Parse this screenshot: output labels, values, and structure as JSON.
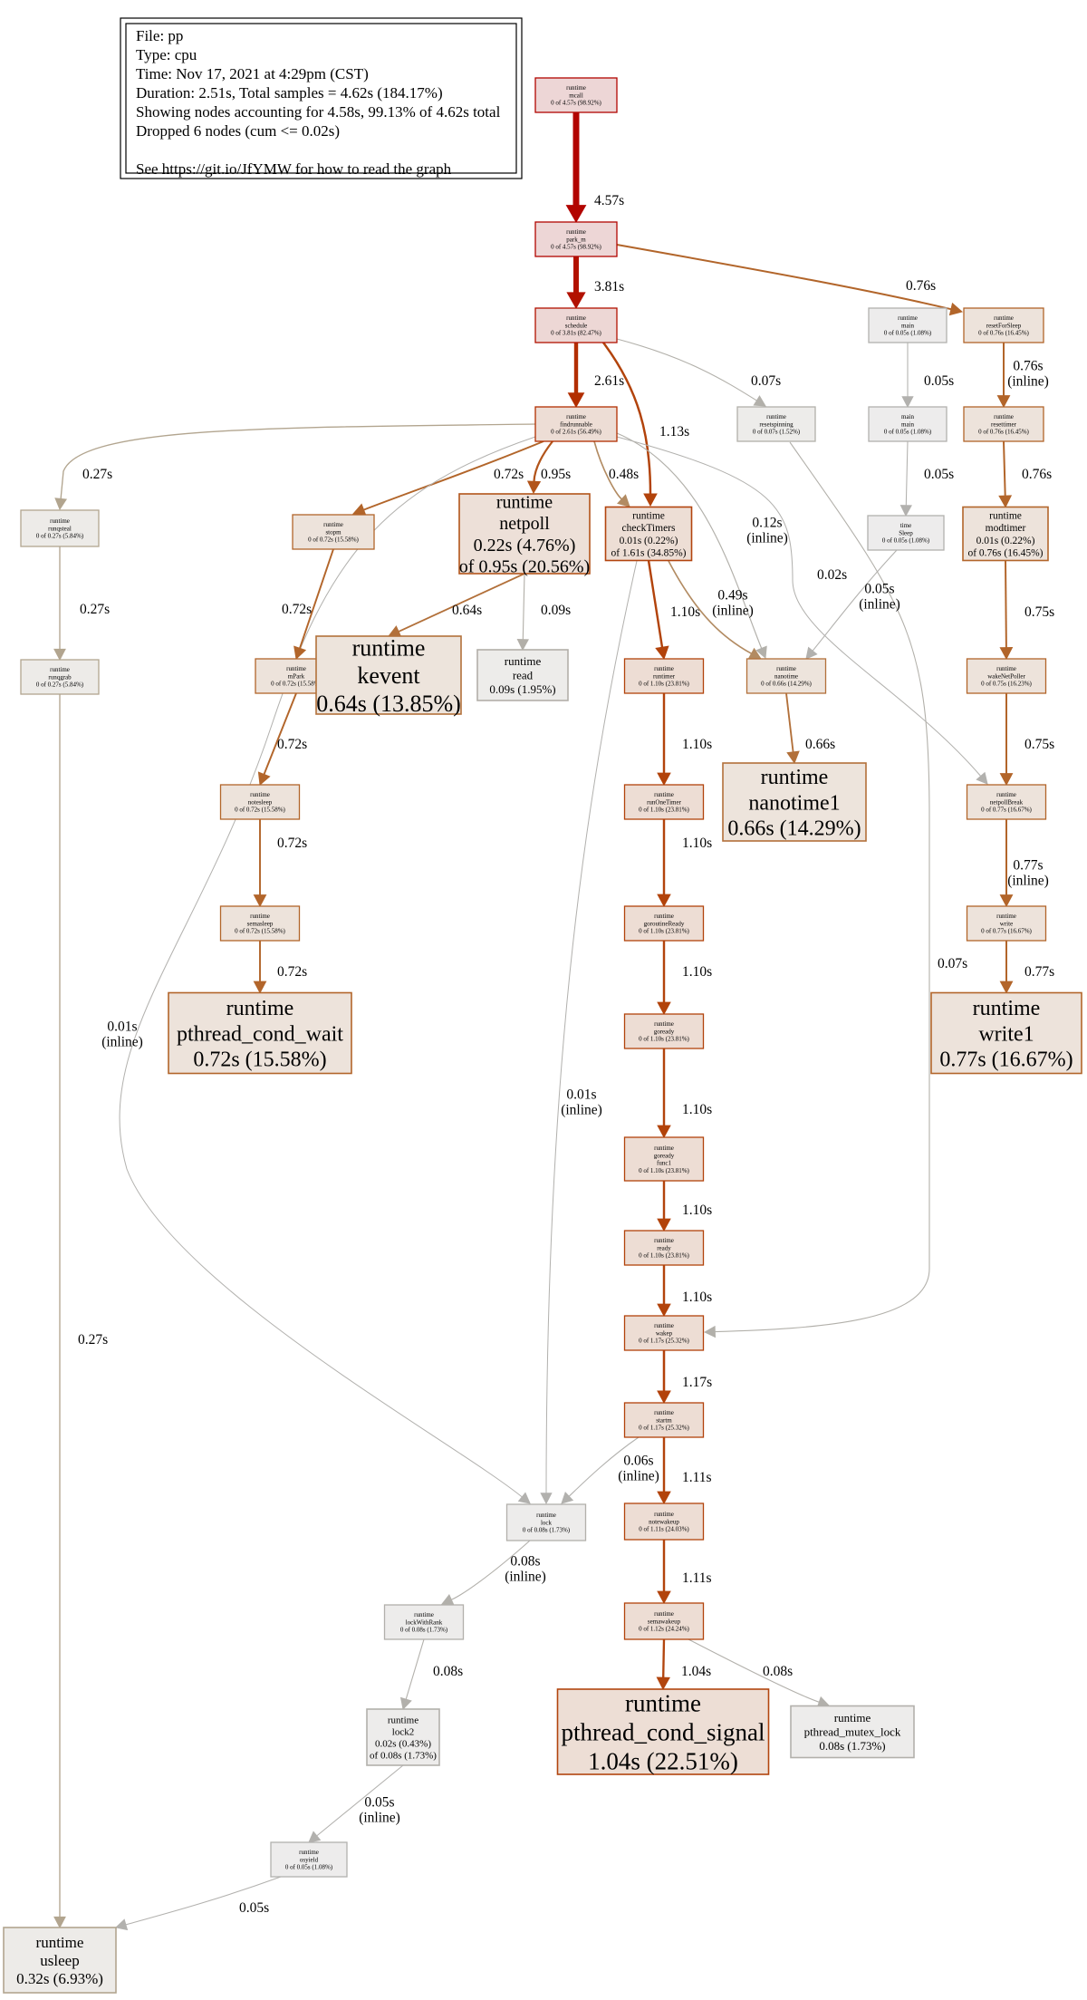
{
  "legend": {
    "lines": [
      "File: pp",
      "Type: cpu",
      "Time: Nov 17, 2021 at 4:29pm (CST)",
      "Duration: 2.51s, Total samples = 4.62s (184.17%)",
      "Showing nodes accounting for 4.58s, 99.13% of 4.62s total",
      "Dropped 6 nodes (cum <= 0.02s)",
      "",
      "See https://git.io/JfYMW for how to read the graph"
    ]
  },
  "colors": {
    "hot": "#b21100",
    "hot_fill": "#edd6d5",
    "warm": "#b25a16",
    "warm_fill": "#ede1d8",
    "mild": "#b2763b",
    "mild_fill": "#ede5de",
    "cold": "#b2b0aa",
    "cold_fill": "#edecea",
    "tan": "#b2a48b",
    "tan_fill": "#edebe7"
  },
  "nodes": [
    {
      "id": "mcall",
      "lines": [
        "runtime",
        "mcall",
        "0 of 4.57s (98.92%)"
      ],
      "fill": "#edd6d6",
      "stroke": "#b20400"
    },
    {
      "id": "park_m",
      "lines": [
        "runtime",
        "park_m",
        "0 of 4.57s (98.92%)"
      ],
      "fill": "#edd6d6",
      "stroke": "#b20400"
    },
    {
      "id": "schedule",
      "lines": [
        "runtime",
        "schedule",
        "0 of 3.81s (82.47%)"
      ],
      "fill": "#edd7d5",
      "stroke": "#b21100"
    },
    {
      "id": "findrunnable",
      "lines": [
        "runtime",
        "findrunnable",
        "0 of 2.61s (56.49%)"
      ],
      "fill": "#edddd5",
      "stroke": "#b22e00"
    },
    {
      "id": "resetspinning",
      "lines": [
        "runtime",
        "resetspinning",
        "0 of 0.07s (1.52%)"
      ],
      "fill": "#edecea",
      "stroke": "#b2b0aa"
    },
    {
      "id": "main",
      "lines": [
        "runtime",
        "main",
        "0 of 0.05s (1.08%)"
      ],
      "fill": "#edecec",
      "stroke": "#b2b1ae"
    },
    {
      "id": "resetForSleep",
      "lines": [
        "runtime",
        "resetForSleep",
        "0 of 0.76s (16.45%)"
      ],
      "fill": "#ede3db",
      "stroke": "#b2652a"
    },
    {
      "id": "main_main",
      "lines": [
        "main",
        "main",
        "0 of 0.05s (1.08%)"
      ],
      "fill": "#edecec",
      "stroke": "#b2b1ae"
    },
    {
      "id": "resettimer",
      "lines": [
        "runtime",
        "resettimer",
        "0 of 0.76s (16.45%)"
      ],
      "fill": "#ede3db",
      "stroke": "#b2652a"
    },
    {
      "id": "Sleep",
      "lines": [
        "time",
        "Sleep",
        "0 of 0.05s (1.08%)"
      ],
      "fill": "#edecec",
      "stroke": "#b2b1ae"
    },
    {
      "id": "modtimer",
      "lines": [
        "runtime",
        "modtimer",
        "0.01s (0.22%)",
        "of 0.76s (16.45%)"
      ],
      "fill": "#ede3db",
      "stroke": "#b2652a"
    },
    {
      "id": "runqsteal",
      "lines": [
        "runtime",
        "runqsteal",
        "0 of 0.27s (5.84%)"
      ],
      "fill": "#edebe8",
      "stroke": "#b2a58f"
    },
    {
      "id": "stopm",
      "lines": [
        "runtime",
        "stopm",
        "0 of 0.72s (15.58%)"
      ],
      "fill": "#ede3db",
      "stroke": "#b2652a"
    },
    {
      "id": "netpoll",
      "lines": [
        "runtime",
        "netpoll",
        "0.22s (4.76%)",
        "of 0.95s (20.56%)"
      ],
      "fill": "#ede0d8",
      "stroke": "#b2541a"
    },
    {
      "id": "checkTimers",
      "lines": [
        "runtime",
        "checkTimers",
        "0.01s (0.22%)",
        "of 1.61s (34.85%)"
      ],
      "fill": "#edded5",
      "stroke": "#b2440e"
    },
    {
      "id": "runqgrab",
      "lines": [
        "runtime",
        "runqgrab",
        "0 of 0.27s (5.84%)"
      ],
      "fill": "#edebe8",
      "stroke": "#b2a58f"
    },
    {
      "id": "mPark",
      "lines": [
        "runtime",
        "mPark",
        "0 of 0.72s (15.58%)"
      ],
      "fill": "#ede3db",
      "stroke": "#b2652a"
    },
    {
      "id": "kevent",
      "lines": [
        "runtime",
        "kevent",
        "0.64s (13.85%)"
      ],
      "fill": "#ede4dc",
      "stroke": "#b2713b"
    },
    {
      "id": "read",
      "lines": [
        "runtime",
        "read",
        "0.09s (1.95%)"
      ],
      "fill": "#edecea",
      "stroke": "#b2afa8"
    },
    {
      "id": "runtimer",
      "lines": [
        "runtime",
        "runtimer",
        "0 of 1.10s (23.81%)"
      ],
      "fill": "#edddd4",
      "stroke": "#b2430b"
    },
    {
      "id": "nanotime",
      "lines": [
        "runtime",
        "nanotime",
        "0 of 0.66s (14.29%)"
      ],
      "fill": "#ede4dc",
      "stroke": "#b2703a"
    },
    {
      "id": "wakeNetPoller",
      "lines": [
        "runtime",
        "wakeNetPoller",
        "0 of 0.75s (16.23%)"
      ],
      "fill": "#ede3db",
      "stroke": "#b2652a"
    },
    {
      "id": "notesleep",
      "lines": [
        "runtime",
        "notesleep",
        "0 of 0.72s (15.58%)"
      ],
      "fill": "#ede3db",
      "stroke": "#b2652a"
    },
    {
      "id": "runOneTimer",
      "lines": [
        "runtime",
        "runOneTimer",
        "0 of 1.10s (23.81%)"
      ],
      "fill": "#edddd4",
      "stroke": "#b2430b"
    },
    {
      "id": "nanotime1",
      "lines": [
        "runtime",
        "nanotime1",
        "0.66s (14.29%)"
      ],
      "fill": "#ede4dc",
      "stroke": "#b2703a"
    },
    {
      "id": "netpollBreak",
      "lines": [
        "runtime",
        "netpollBreak",
        "0 of 0.77s (16.67%)"
      ],
      "fill": "#ede3db",
      "stroke": "#b2652a"
    },
    {
      "id": "semasleep",
      "lines": [
        "runtime",
        "semasleep",
        "0 of 0.72s (15.58%)"
      ],
      "fill": "#ede3db",
      "stroke": "#b2652a"
    },
    {
      "id": "goroutineReady",
      "lines": [
        "runtime",
        "goroutineReady",
        "0 of 1.10s (23.81%)"
      ],
      "fill": "#edddd4",
      "stroke": "#b2430b"
    },
    {
      "id": "write",
      "lines": [
        "runtime",
        "write",
        "0 of 0.77s (16.67%)"
      ],
      "fill": "#ede3db",
      "stroke": "#b2652a"
    },
    {
      "id": "pthread_cond_wait",
      "lines": [
        "runtime",
        "pthread_cond_wait",
        "0.72s (15.58%)"
      ],
      "fill": "#ede3db",
      "stroke": "#b2652a"
    },
    {
      "id": "goready",
      "lines": [
        "runtime",
        "goready",
        "0 of 1.10s (23.81%)"
      ],
      "fill": "#edddd4",
      "stroke": "#b2430b"
    },
    {
      "id": "write1",
      "lines": [
        "runtime",
        "write1",
        "0.77s (16.67%)"
      ],
      "fill": "#ede3db",
      "stroke": "#b2652a"
    },
    {
      "id": "goready_func1",
      "lines": [
        "runtime",
        "goready",
        "func1",
        "0 of 1.10s (23.81%)"
      ],
      "fill": "#edddd4",
      "stroke": "#b2430b"
    },
    {
      "id": "ready",
      "lines": [
        "runtime",
        "ready",
        "0 of 1.10s (23.81%)"
      ],
      "fill": "#edddd4",
      "stroke": "#b2430b"
    },
    {
      "id": "wakep",
      "lines": [
        "runtime",
        "wakep",
        "0 of 1.17s (25.32%)"
      ],
      "fill": "#edddd4",
      "stroke": "#b2410a"
    },
    {
      "id": "startm",
      "lines": [
        "runtime",
        "startm",
        "0 of 1.17s (25.32%)"
      ],
      "fill": "#edddd4",
      "stroke": "#b2410a"
    },
    {
      "id": "lock",
      "lines": [
        "runtime",
        "lock",
        "0 of 0.08s (1.73%)"
      ],
      "fill": "#edeceb",
      "stroke": "#b2b0ab"
    },
    {
      "id": "notewakeup",
      "lines": [
        "runtime",
        "notewakeup",
        "0 of 1.11s (24.03%)"
      ],
      "fill": "#edddd4",
      "stroke": "#b2430b"
    },
    {
      "id": "lockWithRank",
      "lines": [
        "runtime",
        "lockWithRank",
        "0 of 0.08s (1.73%)"
      ],
      "fill": "#edeceb",
      "stroke": "#b2b0ab"
    },
    {
      "id": "semawakeup",
      "lines": [
        "runtime",
        "semawakeup",
        "0 of 1.12s (24.24%)"
      ],
      "fill": "#edddd4",
      "stroke": "#b2430b"
    },
    {
      "id": "lock2",
      "lines": [
        "runtime",
        "lock2",
        "0.02s (0.43%)",
        "of 0.08s (1.73%)"
      ],
      "fill": "#edeceb",
      "stroke": "#b2b0ab"
    },
    {
      "id": "pthread_cond_signal",
      "lines": [
        "runtime",
        "pthread_cond_signal",
        "1.04s (22.51%)"
      ],
      "fill": "#edded5",
      "stroke": "#b2450e"
    },
    {
      "id": "pthread_mutex_lock",
      "lines": [
        "runtime",
        "pthread_mutex_lock",
        "0.08s (1.73%)"
      ],
      "fill": "#edeceb",
      "stroke": "#b2b0ab"
    },
    {
      "id": "osyield",
      "lines": [
        "runtime",
        "osyield",
        "0 of 0.05s (1.08%)"
      ],
      "fill": "#edecec",
      "stroke": "#b2b1ae"
    },
    {
      "id": "usleep",
      "lines": [
        "runtime",
        "usleep",
        "0.32s (6.93%)"
      ],
      "fill": "#edebe8",
      "stroke": "#b2a58f"
    }
  ],
  "edges": [
    {
      "from": "mcall",
      "to": "park_m",
      "label": [
        "4.57s"
      ],
      "color": "#b20400",
      "weight": 4.57
    },
    {
      "from": "park_m",
      "to": "schedule",
      "label": [
        "3.81s"
      ],
      "color": "#b21100",
      "weight": 3.81
    },
    {
      "from": "park_m",
      "to": "resetForSleep",
      "label": [
        "0.76s"
      ],
      "color": "#b2652a",
      "weight": 0.76
    },
    {
      "from": "schedule",
      "to": "findrunnable",
      "label": [
        "2.61s"
      ],
      "color": "#b22e00",
      "weight": 2.61
    },
    {
      "from": "schedule",
      "to": "checkTimers",
      "label": [
        "1.13s"
      ],
      "color": "#b2430b",
      "weight": 1.13
    },
    {
      "from": "schedule",
      "to": "resetspinning",
      "label": [
        "0.07s"
      ],
      "color": "#b2b0aa",
      "weight": 0.07
    },
    {
      "from": "main",
      "to": "main_main",
      "label": [
        "0.05s"
      ],
      "color": "#b2b1ae",
      "weight": 0.05
    },
    {
      "from": "resetForSleep",
      "to": "resettimer",
      "label": [
        "0.76s",
        "(inline)"
      ],
      "color": "#b2652a",
      "weight": 0.76
    },
    {
      "from": "main_main",
      "to": "Sleep",
      "label": [
        "0.05s"
      ],
      "color": "#b2b1ae",
      "weight": 0.05
    },
    {
      "from": "resettimer",
      "to": "modtimer",
      "label": [
        "0.76s"
      ],
      "color": "#b2652a",
      "weight": 0.76
    },
    {
      "from": "findrunnable",
      "to": "runqsteal",
      "label": [
        "0.27s"
      ],
      "color": "#b2a58f",
      "weight": 0.27
    },
    {
      "from": "findrunnable",
      "to": "stopm",
      "label": [
        "0.72s"
      ],
      "color": "#b2652a",
      "weight": 0.72
    },
    {
      "from": "findrunnable",
      "to": "netpoll",
      "label": [
        "0.95s"
      ],
      "color": "#b2541a",
      "weight": 0.95
    },
    {
      "from": "findrunnable",
      "to": "checkTimers",
      "label": [
        "0.48s"
      ],
      "color": "#b28b62",
      "weight": 0.48
    },
    {
      "from": "findrunnable",
      "to": "nanotime",
      "label": [
        "0.12s",
        "(inline)"
      ],
      "color": "#b2b0aa",
      "weight": 0.12
    },
    {
      "from": "findrunnable",
      "to": "netpollBreak",
      "label": [
        "0.02s"
      ],
      "color": "#b2b1ae",
      "weight": 0.02
    },
    {
      "from": "findrunnable",
      "to": "lock",
      "label": [
        "0.01s",
        "(inline)"
      ],
      "color": "#b2b1ae",
      "weight": 0.01
    },
    {
      "from": "resetspinning",
      "to": "wakep",
      "label": [
        "0.07s"
      ],
      "color": "#b2b0aa",
      "weight": 0.07
    },
    {
      "from": "Sleep",
      "to": "nanotime",
      "label": [
        "0.05s",
        "(inline)"
      ],
      "color": "#b2b1ae",
      "weight": 0.05
    },
    {
      "from": "modtimer",
      "to": "wakeNetPoller",
      "label": [
        "0.75s"
      ],
      "color": "#b2652a",
      "weight": 0.75
    },
    {
      "from": "runqsteal",
      "to": "runqgrab",
      "label": [
        "0.27s"
      ],
      "color": "#b2a58f",
      "weight": 0.27
    },
    {
      "from": "stopm",
      "to": "mPark",
      "label": [
        "0.72s"
      ],
      "color": "#b2652a",
      "weight": 0.72
    },
    {
      "from": "netpoll",
      "to": "kevent",
      "label": [
        "0.64s"
      ],
      "color": "#b2703a",
      "weight": 0.64
    },
    {
      "from": "netpoll",
      "to": "read",
      "label": [
        "0.09s"
      ],
      "color": "#b2afa8",
      "weight": 0.09
    },
    {
      "from": "checkTimers",
      "to": "runtimer",
      "label": [
        "1.10s"
      ],
      "color": "#b2430b",
      "weight": 1.1
    },
    {
      "from": "checkTimers",
      "to": "nanotime",
      "label": [
        "0.49s",
        "(inline)"
      ],
      "color": "#b28b62",
      "weight": 0.49
    },
    {
      "from": "checkTimers",
      "to": "lock",
      "label": [
        "0.01s",
        "(inline)"
      ],
      "color": "#b2b1ae",
      "weight": 0.01
    },
    {
      "from": "wakeNetPoller",
      "to": "netpollBreak",
      "label": [
        "0.75s"
      ],
      "color": "#b2652a",
      "weight": 0.75
    },
    {
      "from": "runqgrab",
      "to": "usleep",
      "label": [
        "0.27s"
      ],
      "color": "#b2a58f",
      "weight": 0.27
    },
    {
      "from": "mPark",
      "to": "notesleep",
      "label": [
        "0.72s"
      ],
      "color": "#b2652a",
      "weight": 0.72
    },
    {
      "from": "runtimer",
      "to": "runOneTimer",
      "label": [
        "1.10s"
      ],
      "color": "#b2430b",
      "weight": 1.1
    },
    {
      "from": "nanotime",
      "to": "nanotime1",
      "label": [
        "0.66s"
      ],
      "color": "#b2703a",
      "weight": 0.66
    },
    {
      "from": "netpollBreak",
      "to": "write",
      "label": [
        "0.77s",
        "(inline)"
      ],
      "color": "#b2652a",
      "weight": 0.77
    },
    {
      "from": "notesleep",
      "to": "semasleep",
      "label": [
        "0.72s"
      ],
      "color": "#b2652a",
      "weight": 0.72
    },
    {
      "from": "runOneTimer",
      "to": "goroutineReady",
      "label": [
        "1.10s"
      ],
      "color": "#b2430b",
      "weight": 1.1
    },
    {
      "from": "write",
      "to": "write1",
      "label": [
        "0.77s"
      ],
      "color": "#b2652a",
      "weight": 0.77
    },
    {
      "from": "semasleep",
      "to": "pthread_cond_wait",
      "label": [
        "0.72s"
      ],
      "color": "#b2652a",
      "weight": 0.72
    },
    {
      "from": "goroutineReady",
      "to": "goready",
      "label": [
        "1.10s"
      ],
      "color": "#b2430b",
      "weight": 1.1
    },
    {
      "from": "goready",
      "to": "goready_func1",
      "label": [
        "1.10s"
      ],
      "color": "#b2430b",
      "weight": 1.1
    },
    {
      "from": "goready_func1",
      "to": "ready",
      "label": [
        "1.10s"
      ],
      "color": "#b2430b",
      "weight": 1.1
    },
    {
      "from": "ready",
      "to": "wakep",
      "label": [
        "1.10s"
      ],
      "color": "#b2430b",
      "weight": 1.1
    },
    {
      "from": "wakep",
      "to": "startm",
      "label": [
        "1.17s"
      ],
      "color": "#b2410a",
      "weight": 1.17
    },
    {
      "from": "startm",
      "to": "notewakeup",
      "label": [
        "1.11s"
      ],
      "color": "#b2430b",
      "weight": 1.11
    },
    {
      "from": "startm",
      "to": "lock",
      "label": [
        "0.06s",
        "(inline)"
      ],
      "color": "#b2b1ae",
      "weight": 0.06
    },
    {
      "from": "notewakeup",
      "to": "semawakeup",
      "label": [
        "1.11s"
      ],
      "color": "#b2430b",
      "weight": 1.11
    },
    {
      "from": "lock",
      "to": "lockWithRank",
      "label": [
        "0.08s",
        "(inline)"
      ],
      "color": "#b2b0ab",
      "weight": 0.08
    },
    {
      "from": "semawakeup",
      "to": "pthread_cond_signal",
      "label": [
        "1.04s"
      ],
      "color": "#b2450e",
      "weight": 1.04
    },
    {
      "from": "semawakeup",
      "to": "pthread_mutex_lock",
      "label": [
        "0.08s"
      ],
      "color": "#b2b0ab",
      "weight": 0.08
    },
    {
      "from": "lockWithRank",
      "to": "lock2",
      "label": [
        "0.08s"
      ],
      "color": "#b2b0ab",
      "weight": 0.08
    },
    {
      "from": "lock2",
      "to": "osyield",
      "label": [
        "0.05s",
        "(inline)"
      ],
      "color": "#b2b1ae",
      "weight": 0.05
    },
    {
      "from": "osyield",
      "to": "usleep",
      "label": [
        "0.05s"
      ],
      "color": "#b2b1ae",
      "weight": 0.05
    }
  ]
}
